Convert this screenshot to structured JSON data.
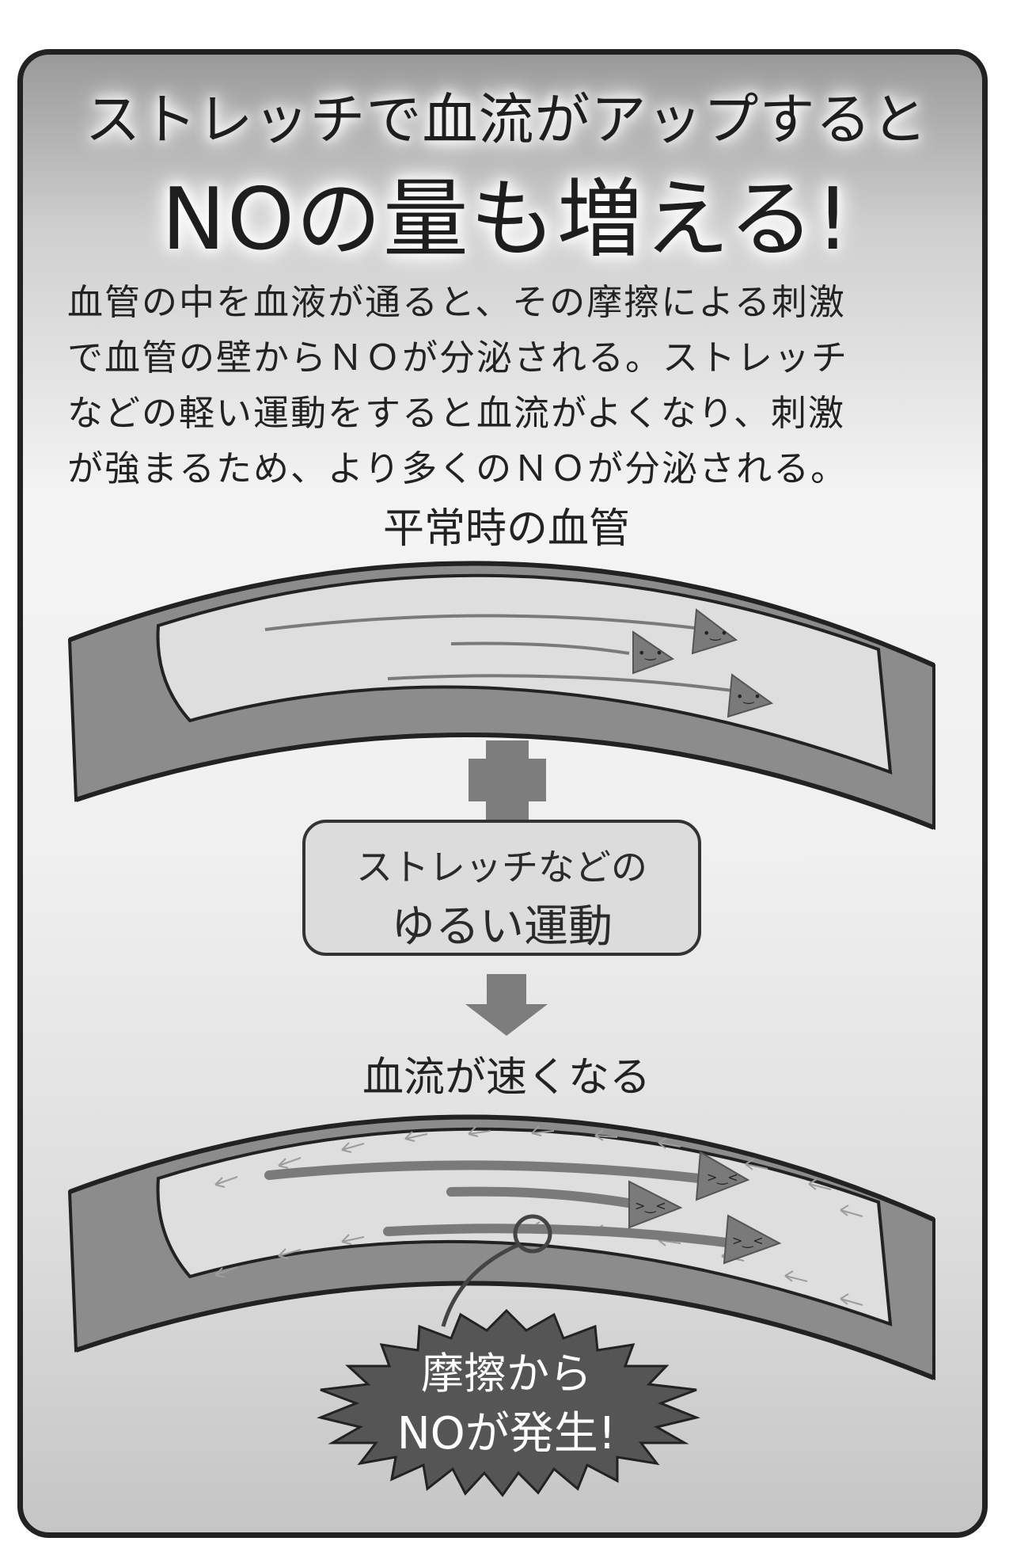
{
  "title": {
    "line1": "ストレッチで血流がアップすると",
    "line2": "NOの量も増える!"
  },
  "body": {
    "lines": [
      "血管の中を血液が通ると、その摩擦による刺激",
      "で血管の壁からＮＯが分泌される。ストレッチ",
      "などの軽い運動をすると血流がよくなり、刺激",
      "が強まるため、より多くのＮＯが分泌される。"
    ]
  },
  "normal_label": "平常時の血管",
  "action_box": {
    "line1": "ストレッチなどの",
    "line2": "ゆるい運動"
  },
  "fast_label": "血流が速くなる",
  "burst": {
    "line1": "摩擦から",
    "line2": "NOが発生!"
  },
  "colors": {
    "vessel_wall": "#8c8c8c",
    "vessel_inner": "#dedede",
    "arrow": "#7a7a7a",
    "burst": "#555555"
  },
  "icons": [
    "plus-icon",
    "down-arrow-icon",
    "blood-cell-triangle-icon",
    "burst-icon"
  ]
}
